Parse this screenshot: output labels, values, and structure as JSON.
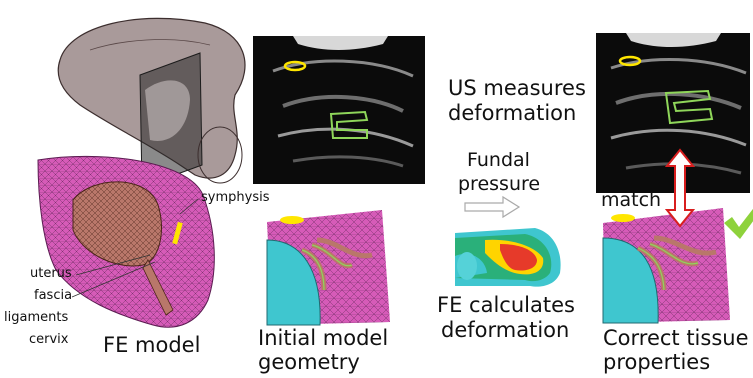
{
  "labels": {
    "symphysis": "symphysis",
    "uterus": "uterus",
    "fascia": "fascia",
    "ligaments": "ligaments",
    "cervix": "cervix",
    "fe_model": "FE model",
    "initial_line1": "Initial model",
    "initial_line2": "geometry",
    "us_line1": "US measures",
    "us_line2": "deformation",
    "fundal_line1": "Fundal",
    "fundal_line2": "pressure",
    "fe_calc_line1": "FE calculates",
    "fe_calc_line2": "deformation",
    "match": "match",
    "correct_line1": "Correct tissue",
    "correct_line2": "properties"
  },
  "colors": {
    "mesh_magenta": "#d65bb8",
    "uterus_brown": "#b9776a",
    "fetus_cyan": "#3fc6cf",
    "contour_green": "#8fd65a",
    "marker_yellow": "#ffe600",
    "arrow_red": "#d81e1e",
    "check_green": "#8ed23c"
  },
  "icons": {
    "arrow": "outline-right-arrow",
    "match_arrow": "double-headed-vertical-arrow",
    "check": "check-mark-icon"
  }
}
